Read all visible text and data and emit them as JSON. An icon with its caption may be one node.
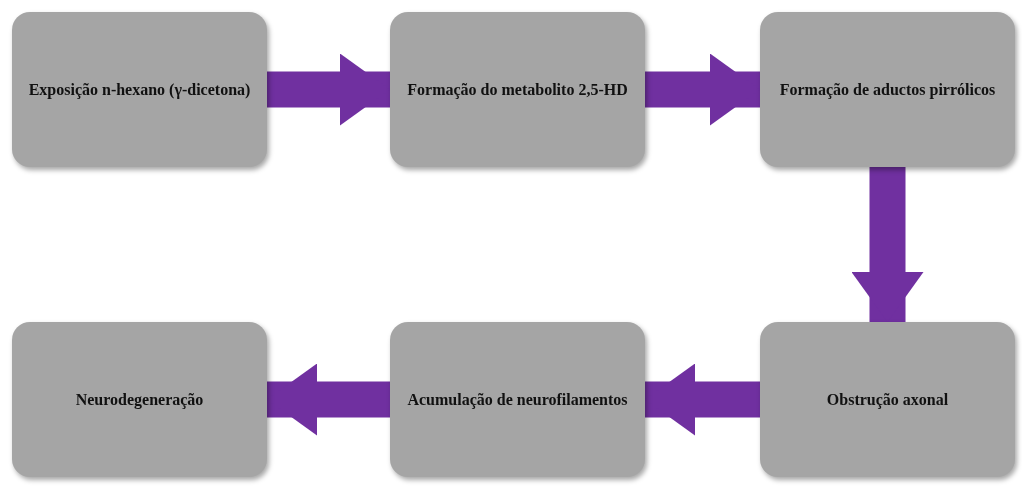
{
  "diagram": {
    "nodes": [
      {
        "text": [
          "Exposição n-hexano (γ-dicetona)"
        ]
      },
      {
        "text": [
          "Formação do metabolito 2,5-HD"
        ]
      },
      {
        "text": [
          "Formação de aductos pirrólicos"
        ]
      },
      {
        "text": [
          "Obstrução axonal"
        ]
      },
      {
        "text": [
          "Acumulação de neurofilamentos"
        ]
      },
      {
        "text": [
          "Neurodegeneração"
        ]
      }
    ],
    "edges": [
      {
        "from": 0,
        "to": 1,
        "arrow": "to"
      },
      {
        "from": 1,
        "to": 2,
        "arrow": "to"
      },
      {
        "from": 2,
        "to": 3,
        "arrow": "to"
      },
      {
        "from": 3,
        "to": 4,
        "arrow": "to"
      },
      {
        "from": 4,
        "to": 5,
        "arrow": "to"
      }
    ]
  }
}
